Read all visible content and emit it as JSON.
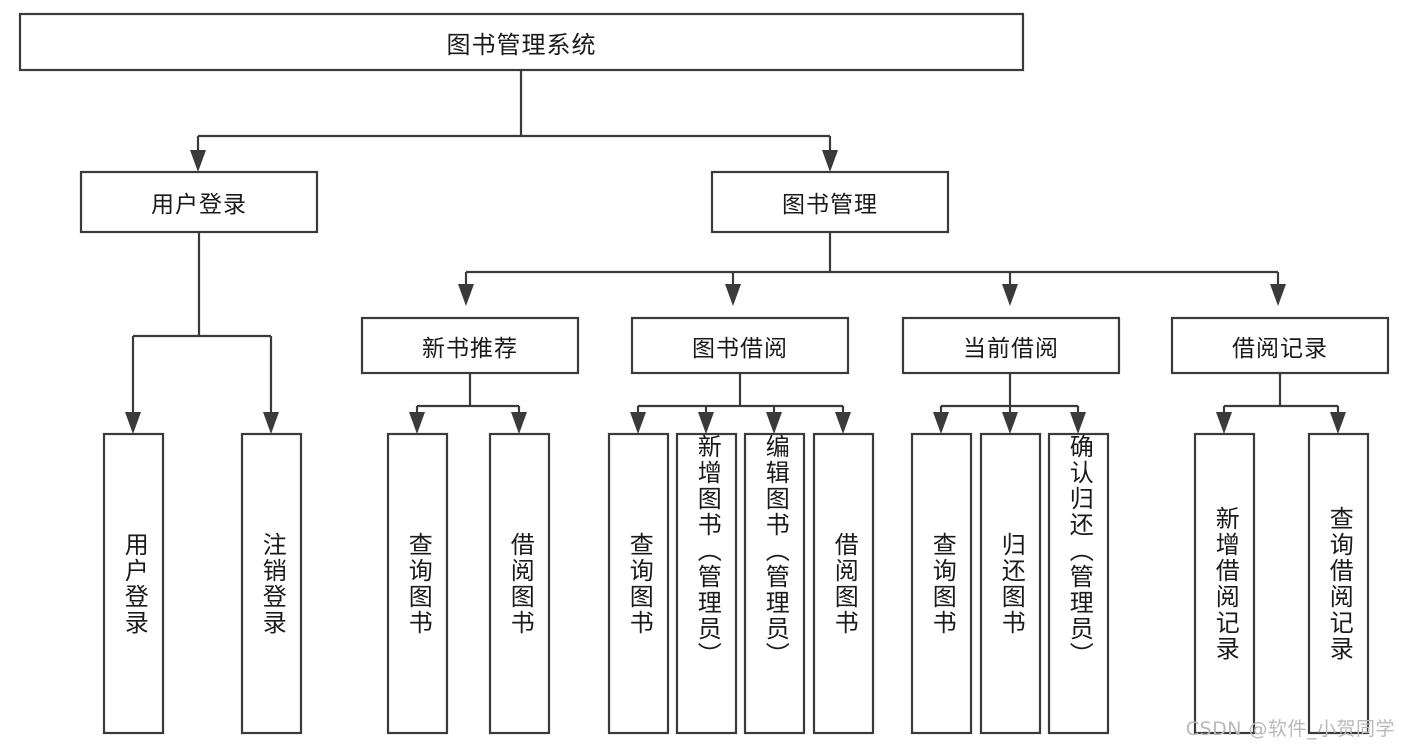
{
  "diagram": {
    "kind": "functional-structure-tree",
    "title": "图书管理系统",
    "background_color": "#ffffff",
    "line_color": "#3a3a3a",
    "text_color": "#1a1a1a",
    "root": {
      "label": "图书管理系统"
    },
    "level2": [
      {
        "label": "用户登录"
      },
      {
        "label": "图书管理"
      }
    ],
    "level3": [
      {
        "label": "新书推荐"
      },
      {
        "label": "图书借阅"
      },
      {
        "label": "当前借阅"
      },
      {
        "label": "借阅记录"
      }
    ],
    "leaves": {
      "user_login": [
        {
          "label": "用户登录"
        },
        {
          "label": "注销登录"
        }
      ],
      "new_book_recommend": [
        {
          "label": "查询图书"
        },
        {
          "label": "借阅图书"
        }
      ],
      "book_borrow": [
        {
          "label": "查询图书"
        },
        {
          "label": "新增图书（管理员）"
        },
        {
          "label": "编辑图书（管理员）"
        },
        {
          "label": "借阅图书"
        }
      ],
      "current_borrow": [
        {
          "label": "查询图书"
        },
        {
          "label": "归还图书"
        },
        {
          "label": "确认归还（管理员）"
        }
      ],
      "borrow_record": [
        {
          "label": "新增借阅记录"
        },
        {
          "label": "查询借阅记录"
        }
      ]
    }
  },
  "watermark": {
    "text": "CSDN @软件_小贺同学",
    "color": "#b9b9b9"
  }
}
